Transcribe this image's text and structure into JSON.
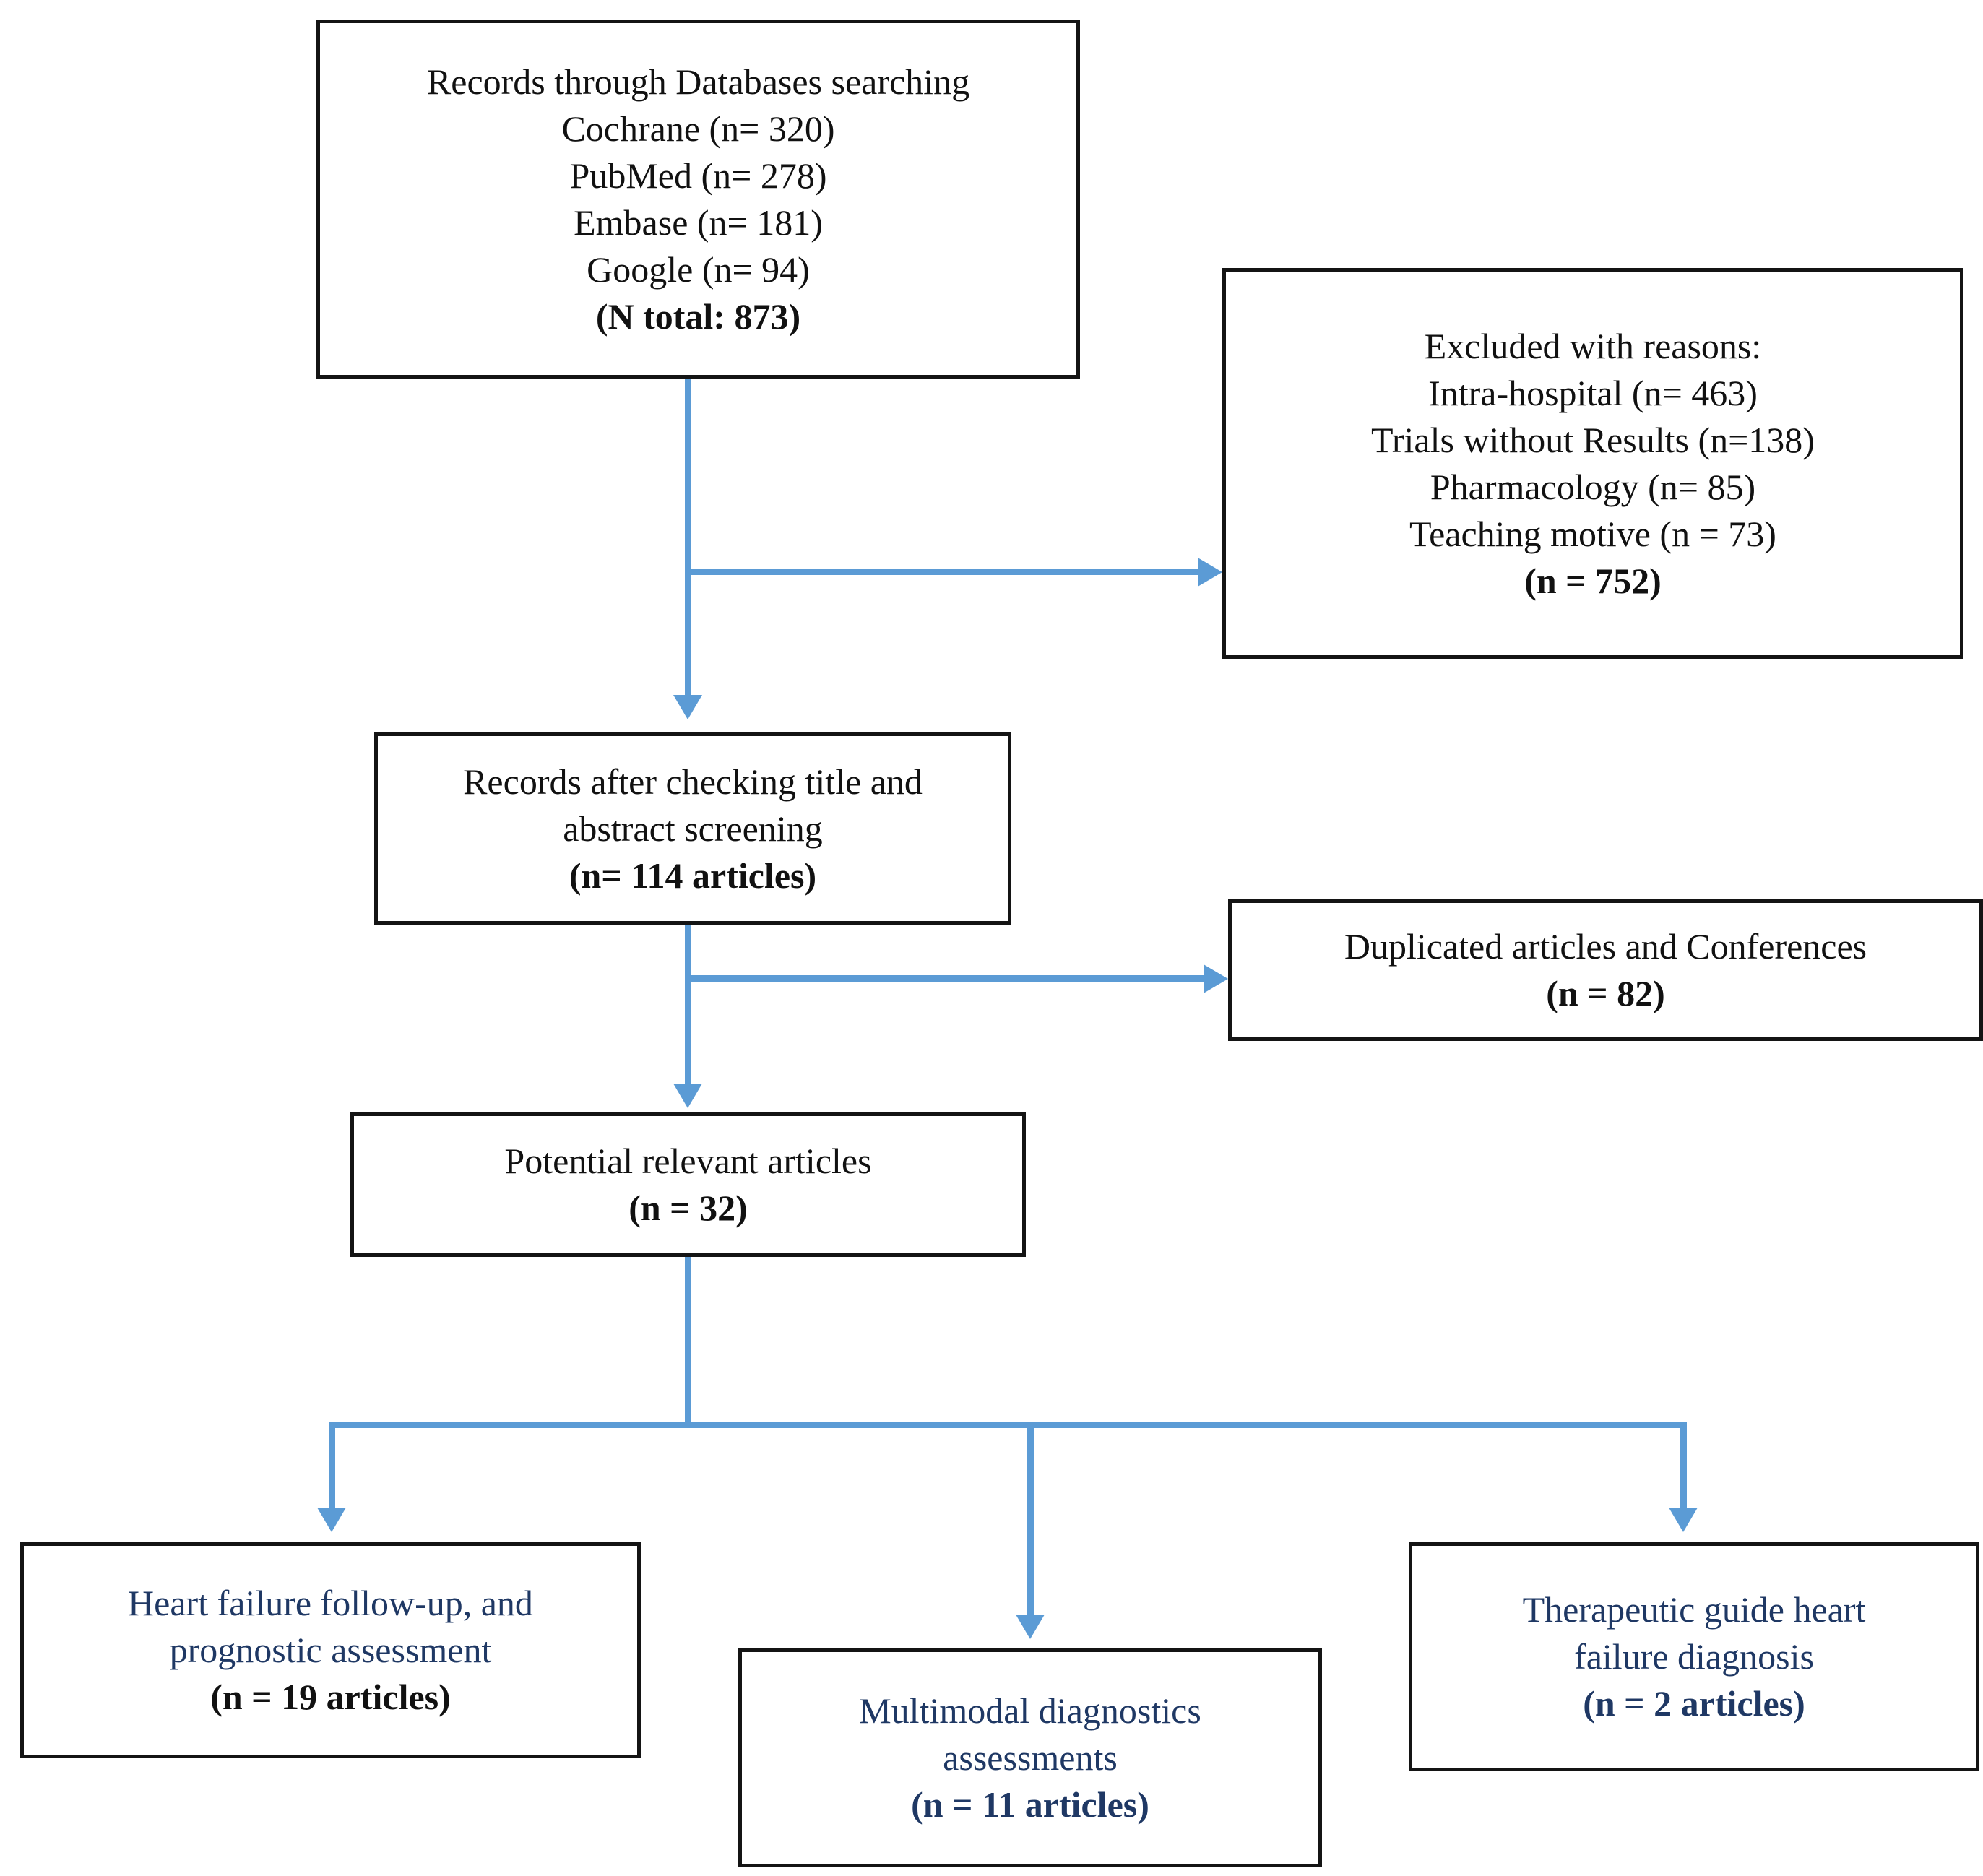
{
  "diagram": {
    "title": "PRISMA study selection flow diagram",
    "accent_color": "#5b9bd5",
    "box_border_color": "#141414",
    "text_color_black": "#111111",
    "text_color_navy": "#1f3864"
  },
  "nodes": {
    "records_databases": {
      "lines": [
        "Records through Databases searching",
        "Cochrane (n= 320)",
        "PubMed (n= 278)",
        "Embase (n= 181)",
        "Google (n= 94)",
        "(N total: 873)"
      ]
    },
    "excluded_reasons": {
      "lines": [
        "Excluded with reasons:",
        "Intra-hospital (n= 463)",
        "Trials without Results (n=138)",
        "Pharmacology (n= 85)",
        "Teaching motive (n = 73)",
        "(n = 752)"
      ]
    },
    "records_after_screening": {
      "lines": [
        "Records after checking title and",
        "abstract screening",
        "(n= 114 articles)"
      ]
    },
    "duplicated_articles": {
      "lines": [
        "Duplicated articles and Conferences",
        "(n = 82)"
      ]
    },
    "potential_relevant": {
      "lines": [
        "Potential relevant articles",
        "(n = 32)"
      ]
    },
    "heart_failure_followup": {
      "lines": [
        "Heart failure follow-up, and",
        "prognostic assessment",
        "(n = 19 articles)"
      ]
    },
    "multimodal_diagnostics": {
      "lines": [
        "Multimodal diagnostics",
        "assessments",
        "(n = 11 articles)"
      ]
    },
    "therapeutic_guide": {
      "lines": [
        "Therapeutic guide heart",
        "failure diagnosis",
        "(n = 2 articles)"
      ]
    }
  },
  "chart_data": {
    "type": "flowchart",
    "title": "PRISMA study selection flow diagram",
    "nodes": [
      {
        "id": "records_databases",
        "label": "Records through Databases searching",
        "records": [
          {
            "source": "Cochrane",
            "n": 320
          },
          {
            "source": "PubMed",
            "n": 278
          },
          {
            "source": "Embase",
            "n": 181
          },
          {
            "source": "Google",
            "n": 94
          }
        ],
        "total": 873
      },
      {
        "id": "excluded_reasons",
        "label": "Excluded with reasons:",
        "reasons": [
          {
            "reason": "Intra-hospital",
            "n": 463
          },
          {
            "reason": "Trials without Results",
            "n": 138
          },
          {
            "reason": "Pharmacology",
            "n": 85
          },
          {
            "reason": "Teaching motive",
            "n": 73
          }
        ],
        "total": 752
      },
      {
        "id": "records_after_screening",
        "label": "Records after checking title and abstract screening",
        "n": 114
      },
      {
        "id": "duplicated_articles",
        "label": "Duplicated articles and Conferences",
        "n": 82
      },
      {
        "id": "potential_relevant",
        "label": "Potential relevant articles",
        "n": 32
      },
      {
        "id": "heart_failure_followup",
        "label": "Heart failure follow-up, and prognostic assessment",
        "n": 19
      },
      {
        "id": "multimodal_diagnostics",
        "label": "Multimodal diagnostics assessments",
        "n": 11
      },
      {
        "id": "therapeutic_guide",
        "label": "Therapeutic guide heart failure diagnosis",
        "n": 2
      }
    ],
    "edges": [
      {
        "from": "records_databases",
        "to": "excluded_reasons"
      },
      {
        "from": "records_databases",
        "to": "records_after_screening"
      },
      {
        "from": "records_after_screening",
        "to": "duplicated_articles"
      },
      {
        "from": "records_after_screening",
        "to": "potential_relevant"
      },
      {
        "from": "potential_relevant",
        "to": "heart_failure_followup"
      },
      {
        "from": "potential_relevant",
        "to": "multimodal_diagnostics"
      },
      {
        "from": "potential_relevant",
        "to": "therapeutic_guide"
      }
    ]
  }
}
